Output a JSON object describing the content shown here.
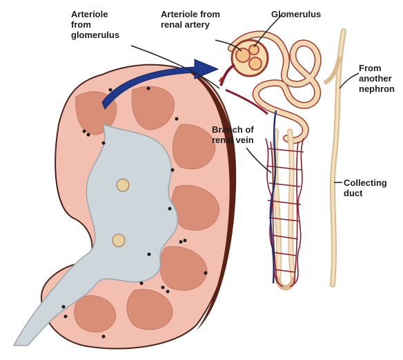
{
  "labels": {
    "arteriole_from_glomerulus": "Arteriole\nfrom\nglomerulus",
    "arteriole_from_renal_artery": "Arteriole from\nrenal artery",
    "glomerulus": "Glomerulus",
    "from_another_nephron": "From\nanother\nnephron",
    "branch_of_renal_vein": "Branch of\nrenal vein",
    "collecting_duct": "Collecting\nduct"
  },
  "colors": {
    "capsule": "#f3bfb0",
    "cortex": "#e9aa99",
    "pyramids": "#d98e78",
    "pelvis": "#cdd6da",
    "outline": "#4a2218",
    "arrow": "#1f3a8c",
    "tubule": "#f1d8b3",
    "vessels": "#8a1a2c",
    "veins": "#24306e"
  }
}
